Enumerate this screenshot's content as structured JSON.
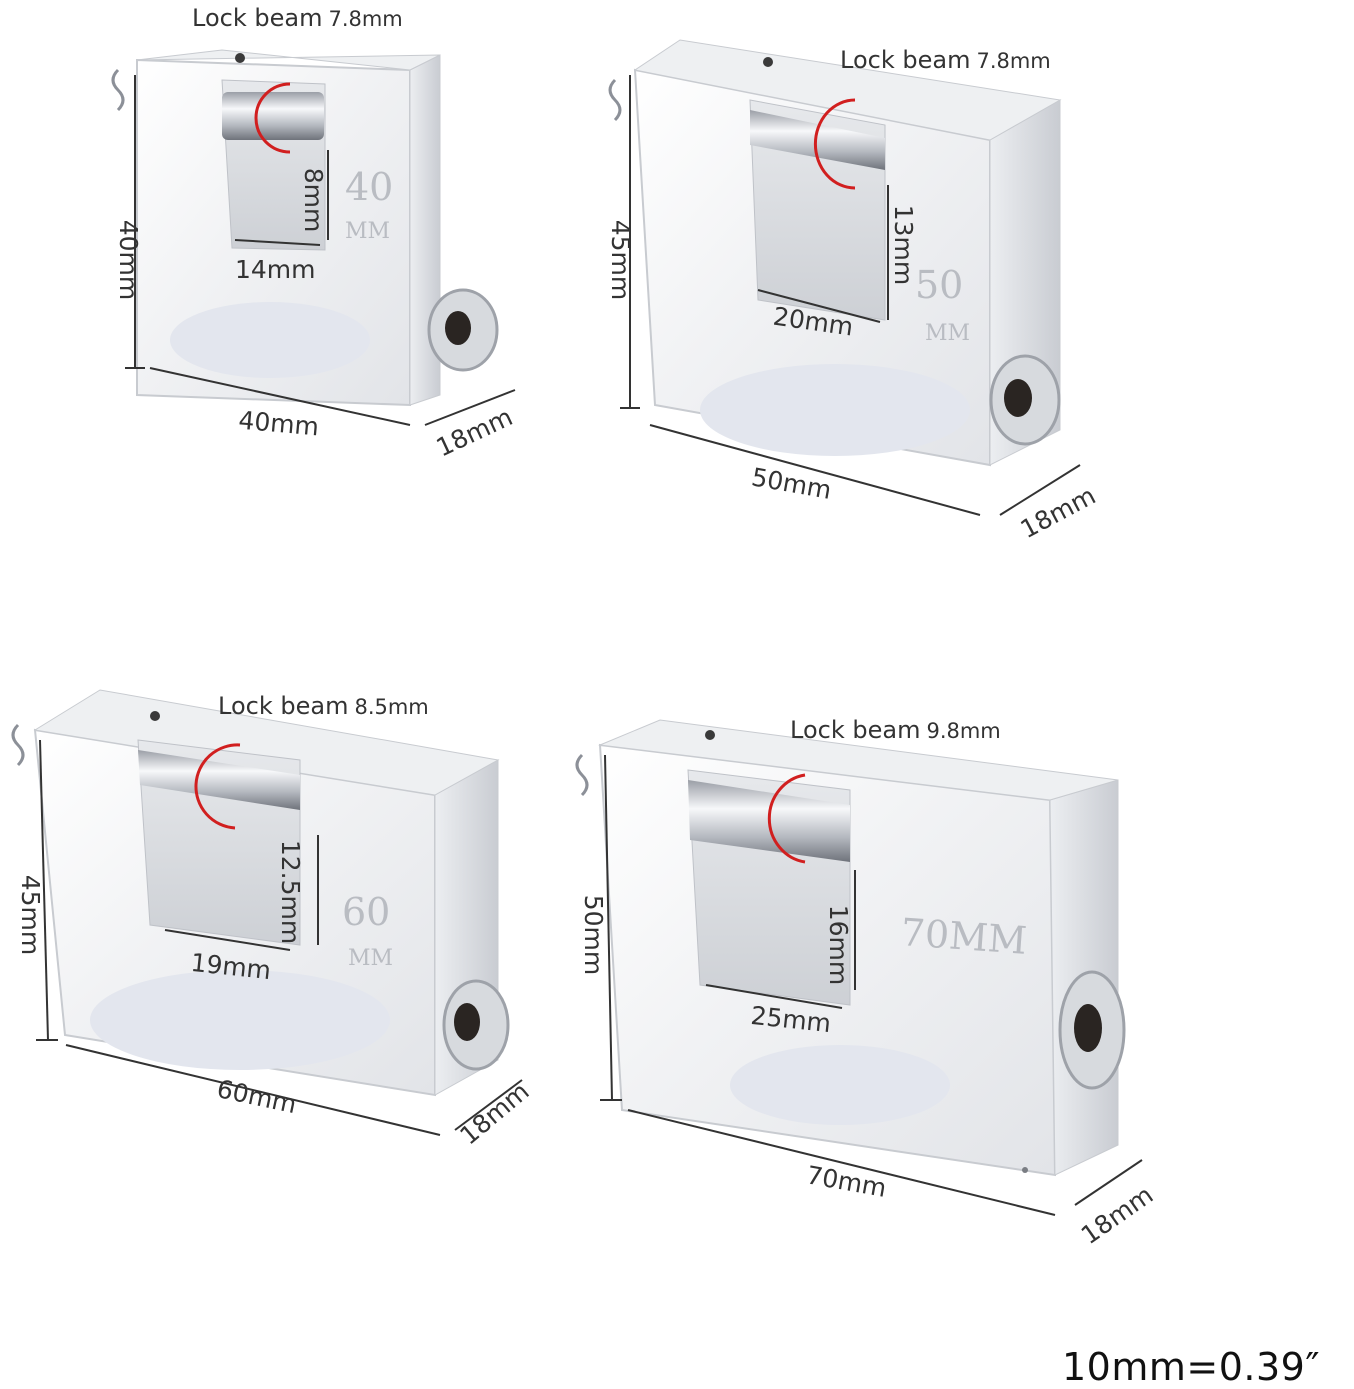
{
  "padlocks": [
    {
      "size_marking": "40",
      "marking_unit": "MM",
      "lock_beam_label": "Lock beam",
      "lock_beam_value": "7.8mm",
      "height": "40mm",
      "width": "40mm",
      "depth": "18mm",
      "opening_width": "14mm",
      "opening_height": "8mm"
    },
    {
      "size_marking": "50",
      "marking_unit": "MM",
      "lock_beam_label": "Lock beam",
      "lock_beam_value": "7.8mm",
      "height": "45mm",
      "width": "50mm",
      "depth": "18mm",
      "opening_width": "20mm",
      "opening_height": "13mm"
    },
    {
      "size_marking": "60",
      "marking_unit": "MM",
      "lock_beam_label": "Lock beam",
      "lock_beam_value": "8.5mm",
      "height": "45mm",
      "width": "60mm",
      "depth": "18mm",
      "opening_width": "19mm",
      "opening_height": "12.5mm"
    },
    {
      "size_marking": "70MM",
      "marking_unit": "",
      "lock_beam_label": "Lock beam",
      "lock_beam_value": "9.8mm",
      "height": "50mm",
      "width": "70mm",
      "depth": "18mm",
      "opening_width": "25mm",
      "opening_height": "16mm"
    }
  ],
  "conversion_note": "10mm=0.39″",
  "colors": {
    "chrome_light": "#f3f4f6",
    "chrome_mid": "#dfe1e5",
    "chrome_dark": "#a9adb4",
    "beam_circle": "#d11f1f",
    "dimension_line": "#333333"
  }
}
